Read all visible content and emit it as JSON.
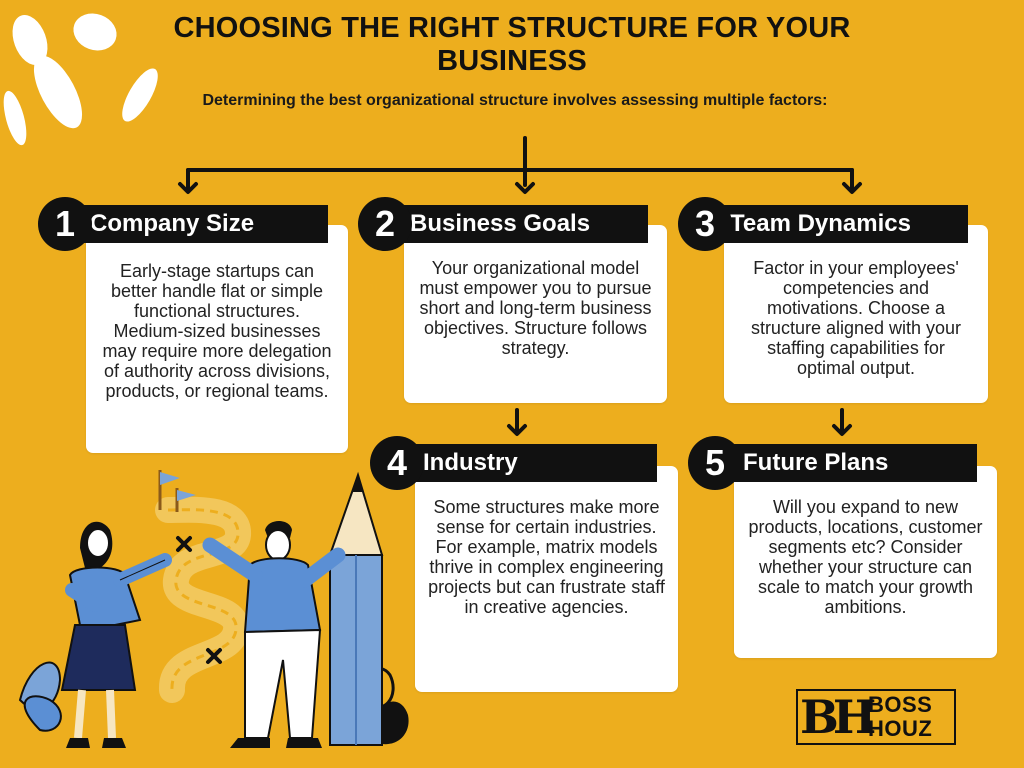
{
  "title": "CHOOSING THE RIGHT STRUCTURE FOR YOUR BUSINESS",
  "subtitle": "Determining the best organizational structure involves assessing multiple factors:",
  "factors": [
    {
      "number": "1",
      "title": "Company Size",
      "text": "Early-stage startups can better handle flat or simple functional structures. Medium-sized businesses may require more delegation of authority across divisions, products, or regional teams."
    },
    {
      "number": "2",
      "title": "Business Goals",
      "text": "Your organizational model must empower you to pursue short and long-term business objectives. Structure follows strategy."
    },
    {
      "number": "3",
      "title": "Team Dynamics",
      "text": "Factor in your employees' competencies and motivations. Choose a structure aligned with your staffing capabilities for optimal output."
    },
    {
      "number": "4",
      "title": "Industry",
      "text": "Some structures make more sense for certain industries. For example, matrix models thrive in complex engineering projects but can frustrate staff in creative agencies."
    },
    {
      "number": "5",
      "title": "Future Plans",
      "text": "Will you expand to new products, locations, customer segments etc? Consider whether your structure can scale to match your growth ambitions."
    }
  ],
  "logo": {
    "mark": "BH",
    "line1": "BOSS",
    "line2": "HOUZ"
  },
  "colors": {
    "background": "#EDAE1E",
    "header": "#111111",
    "card": "#FFFFFF",
    "shirt": "#5B8FD4",
    "skirt": "#1E2B5C"
  }
}
